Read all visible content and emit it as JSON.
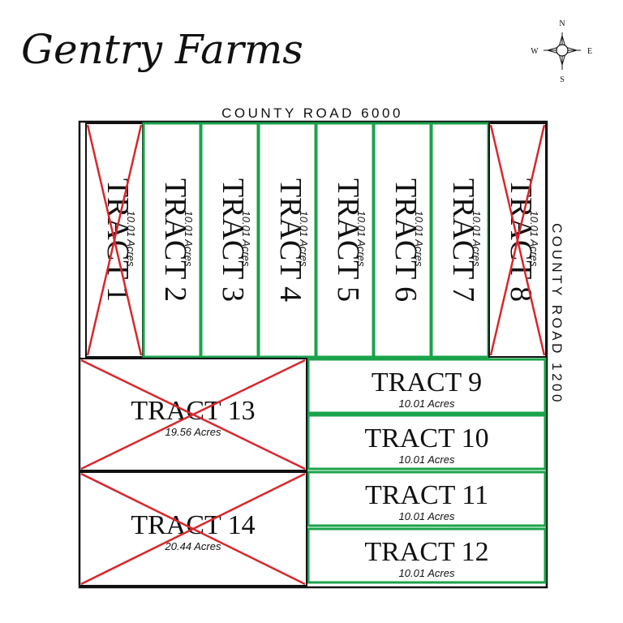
{
  "title": "Gentry Farms",
  "roads": {
    "north": "COUNTY ROAD 6000",
    "east": "COUNTY ROAD 1200"
  },
  "compass": {
    "n": "N",
    "s": "S",
    "e": "E",
    "w": "W"
  },
  "colors": {
    "available_border": "#1aa34a",
    "sold_cross": "#d9262b",
    "outline": "#111111"
  },
  "tracts": [
    {
      "id": 1,
      "name": "TRACT 1",
      "acres": "10.01 Acres",
      "sold": true
    },
    {
      "id": 2,
      "name": "TRACT 2",
      "acres": "10.01 Acres",
      "sold": false
    },
    {
      "id": 3,
      "name": "TRACT 3",
      "acres": "10.01 Acres",
      "sold": false
    },
    {
      "id": 4,
      "name": "TRACT 4",
      "acres": "10.01 Acres",
      "sold": false
    },
    {
      "id": 5,
      "name": "TRACT 5",
      "acres": "10.01 Acres",
      "sold": false
    },
    {
      "id": 6,
      "name": "TRACT 6",
      "acres": "10.01 Acres",
      "sold": false
    },
    {
      "id": 7,
      "name": "TRACT 7",
      "acres": "10.01 Acres",
      "sold": false
    },
    {
      "id": 8,
      "name": "TRACT 8",
      "acres": "10.01 Acres",
      "sold": true
    },
    {
      "id": 9,
      "name": "TRACT 9",
      "acres": "10.01 Acres",
      "sold": false
    },
    {
      "id": 10,
      "name": "TRACT 10",
      "acres": "10.01 Acres",
      "sold": false
    },
    {
      "id": 11,
      "name": "TRACT 11",
      "acres": "10.01 Acres",
      "sold": false
    },
    {
      "id": 12,
      "name": "TRACT 12",
      "acres": "10.01 Acres",
      "sold": false
    },
    {
      "id": 13,
      "name": "TRACT 13",
      "acres": "19.56 Acres",
      "sold": true
    },
    {
      "id": 14,
      "name": "TRACT 14",
      "acres": "20.44 Acres",
      "sold": true
    }
  ]
}
